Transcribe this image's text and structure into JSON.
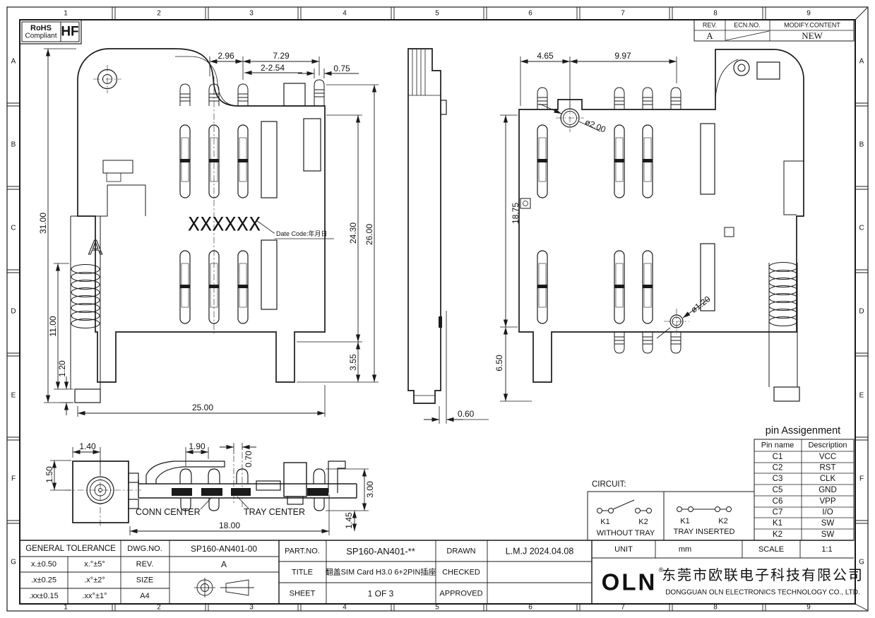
{
  "grid": {
    "cols": [
      "1",
      "2",
      "3",
      "4",
      "5",
      "6",
      "7",
      "8",
      "9"
    ],
    "rows": [
      "A",
      "B",
      "C",
      "D",
      "E",
      "F",
      "G"
    ]
  },
  "stamp_rohs": {
    "line1": "RoHS",
    "line2": "Compliant",
    "code": "HF"
  },
  "revision": {
    "rev_h": "REV.",
    "ecn_h": "ECN.NO.",
    "modify_h": "MODIFY.CONTENT",
    "rev": "A",
    "content": "NEW"
  },
  "marking": {
    "text": "XXXXXX",
    "note": "Date Code:年月日",
    "view_label": "A"
  },
  "dims": {
    "v1_2_96": "2.96",
    "v1_7_29": "7.29",
    "v1_pitch": "2-2.54",
    "v1_0_75": "0.75",
    "v1_31_00": "31.00",
    "v1_11_00": "11.00",
    "v1_1_20": "1.20",
    "v1_25_00": "25.00",
    "v1_24_30": "24.30",
    "v1_26_00": "26.00",
    "v1_3_55": "3.55",
    "v2_0_60": "0.60",
    "v3_4_65": "4.65",
    "v3_9_97": "9.97",
    "v3_d2": "ø2.00",
    "v3_18_75": "18.75",
    "v3_6_50": "6.50",
    "v3_d12": "ø1.20",
    "v4_1_50": "1.50",
    "v4_1_40": "1.40",
    "v4_1_90": "1.90",
    "v4_0_70": "0.70",
    "v4_3_00": "3.00",
    "v4_1_45": "1.45",
    "v4_18_00": "18.00",
    "v4_conn": "CONN CENTER",
    "v4_tray": "TRAY CENTER"
  },
  "circuit": {
    "title": "CIRCUIT:",
    "k1": "K1",
    "k2": "K2",
    "left_caption": "WITHOUT TRAY",
    "right_caption": "TRAY INSERTED"
  },
  "pin_table": {
    "title": "pin Assigenment",
    "col1": "Pin name",
    "col2": "Description",
    "rows": [
      [
        "C1",
        "VCC"
      ],
      [
        "C2",
        "RST"
      ],
      [
        "C3",
        "CLK"
      ],
      [
        "C5",
        "GND"
      ],
      [
        "C6",
        "VPP"
      ],
      [
        "C7",
        "I/O"
      ],
      [
        "K1",
        "SW"
      ],
      [
        "K2",
        "SW"
      ]
    ]
  },
  "title_block": {
    "tol_header": "GENERAL  TOLERANCE",
    "lin": [
      "x.±0.50",
      ".x±0.25",
      ".xx±0.15"
    ],
    "ang": [
      "x.°±5°",
      ".x°±2°",
      ".xx°±1°"
    ],
    "dwg_label": "DWG.NO.",
    "dwg_no": "SP160-AN401-00",
    "rev_label": "REV.",
    "rev": "A",
    "size_label": "SIZE",
    "size": "A4",
    "part_label": "PART.NO.",
    "part_no": "SP160-AN401-**",
    "title_label": "TITLE",
    "title": "翻盖SIM Card H3.0 6+2PIN插座",
    "sheet_label": "SHEET",
    "sheet": "1 OF 3",
    "drawn_label": "DRAWN",
    "drawn": "L.M.J 2024.04.08",
    "checked_label": "CHECKED",
    "checked": "",
    "approved_label": "APPROVED",
    "approved": "",
    "unit_label": "UNIT",
    "unit": "mm",
    "scale_label": "SCALE",
    "scale": "1:1",
    "company": {
      "logo": "OLN",
      "reg": "®",
      "name_cn": "东莞市欧联电子科技有限公司",
      "name_en": "DONGGUAN OLN ELECTRONICS TECHNOLOGY CO., LTD."
    }
  }
}
